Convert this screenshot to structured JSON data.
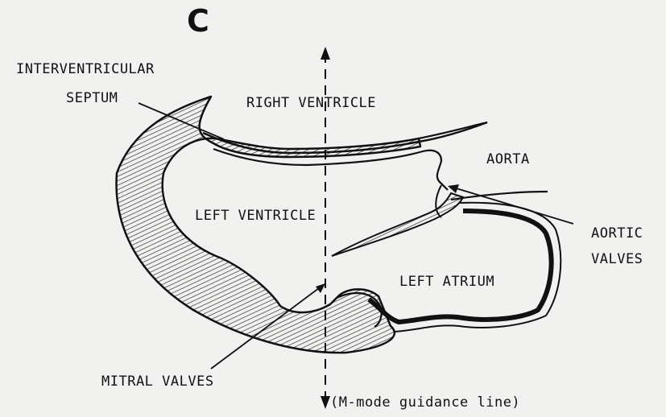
{
  "panel_letter": "C",
  "labels": {
    "interventricular": "INTERVENTRICULAR",
    "septum": "SEPTUM",
    "right_ventricle": "RIGHT VENTRICLE",
    "aorta": "AORTA",
    "left_ventricle": "LEFT VENTRICLE",
    "aortic": "AORTIC",
    "valves": "VALVES",
    "left_atrium": "LEFT ATRIUM",
    "mitral_valves": "MITRAL VALVES",
    "guidance_line": "(M-mode guidance line)"
  }
}
